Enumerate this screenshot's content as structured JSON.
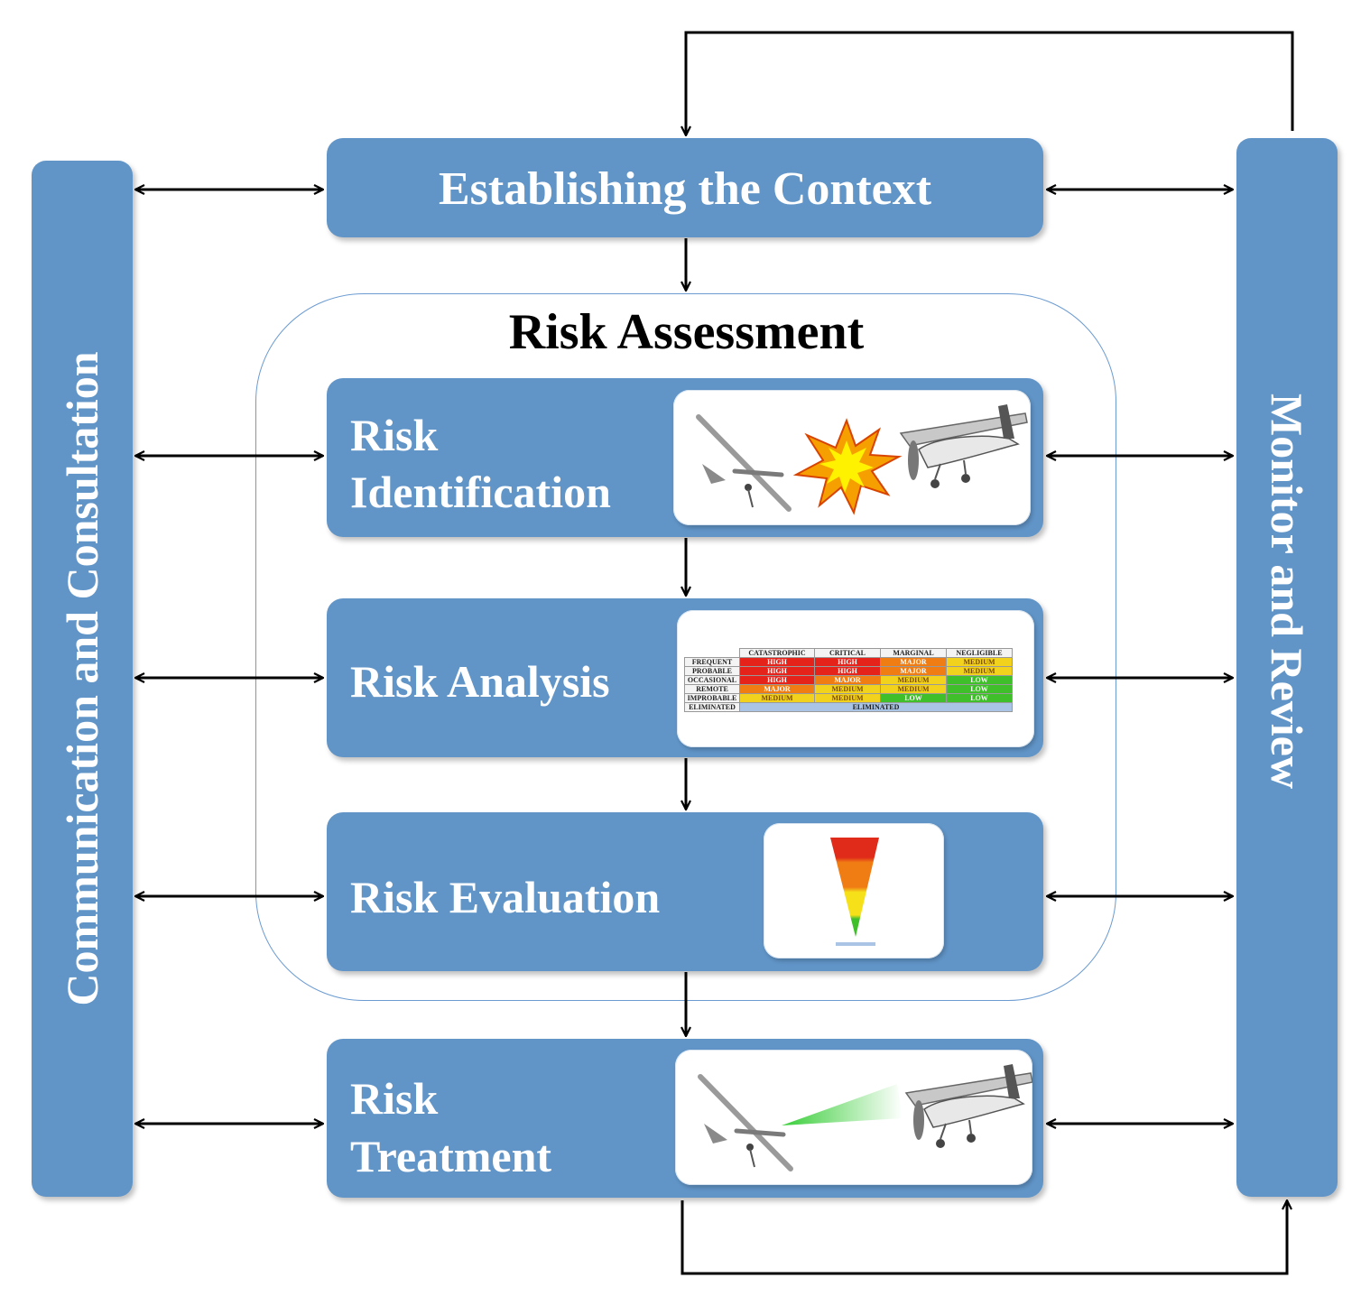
{
  "context": {
    "label": "Establishing the Context"
  },
  "assessment": {
    "title": "Risk Assessment"
  },
  "identification": {
    "line1": "Risk",
    "line2": "Identification"
  },
  "analysis": {
    "label": "Risk Analysis"
  },
  "evaluation": {
    "label": "Risk Evaluation"
  },
  "treatment": {
    "line1": "Risk",
    "line2": "Treatment"
  },
  "left_bar": {
    "label": "Communication and Consultation"
  },
  "right_bar": {
    "label": "Monitor and Review"
  },
  "matrix": {
    "columns": [
      "CATASTROPHIC",
      "CRITICAL",
      "MARGINAL",
      "NEGLIGIBLE"
    ],
    "rows": [
      {
        "name": "FREQUENT",
        "cells": [
          "HIGH",
          "HIGH",
          "MAJOR",
          "MEDIUM"
        ]
      },
      {
        "name": "PROBABLE",
        "cells": [
          "HIGH",
          "HIGH",
          "MAJOR",
          "MEDIUM"
        ]
      },
      {
        "name": "OCCASIONAL",
        "cells": [
          "HIGH",
          "MAJOR",
          "MEDIUM",
          "LOW"
        ]
      },
      {
        "name": "REMOTE",
        "cells": [
          "MAJOR",
          "MEDIUM",
          "MEDIUM",
          "LOW"
        ]
      },
      {
        "name": "IMPROBABLE",
        "cells": [
          "MEDIUM",
          "MEDIUM",
          "LOW",
          "LOW"
        ]
      }
    ],
    "eliminated": {
      "name": "ELIMINATED",
      "cell": "ELIMINATED"
    },
    "colors": {
      "HIGH": "#e5231b",
      "MAJOR": "#f07d14",
      "MEDIUM": "#f2d21c",
      "LOW": "#3fbf2a",
      "ELIMINATED": "#a9c4e4"
    }
  },
  "colors": {
    "box": "#6195c8",
    "frame": "#6b9bd1",
    "arrow": "#000000"
  }
}
